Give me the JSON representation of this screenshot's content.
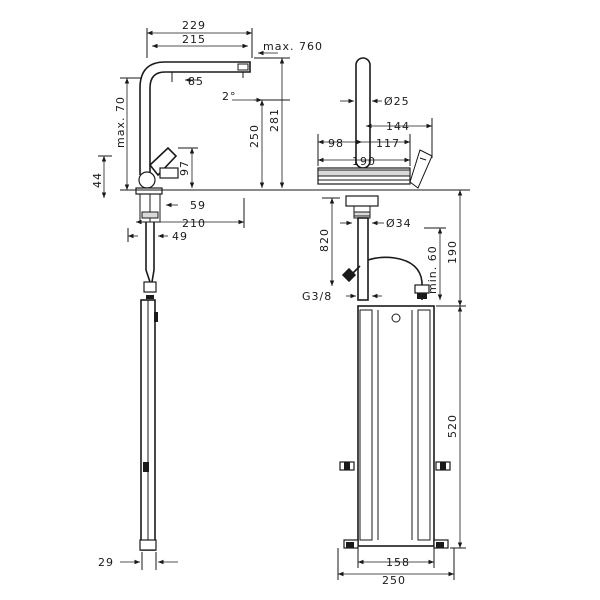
{
  "labels": {
    "d229": "229",
    "d215": "215",
    "dmax760": "max. 760",
    "d85": "85",
    "d2deg": "2°",
    "dmax70": "max. 70",
    "d250": "250",
    "d281": "281",
    "d97": "97",
    "d44": "44",
    "d59": "59",
    "d210": "210",
    "d49": "49",
    "d29": "29",
    "dphi25": "Ø25",
    "d144": "144",
    "d98": "98",
    "d117": "117",
    "d190top": "190",
    "d820": "820",
    "dphi34": "Ø34",
    "dmin60": "min. 60",
    "d190right": "190",
    "dg38": "G3/8",
    "d520": "520",
    "d158": "158",
    "d250bottom": "250"
  }
}
